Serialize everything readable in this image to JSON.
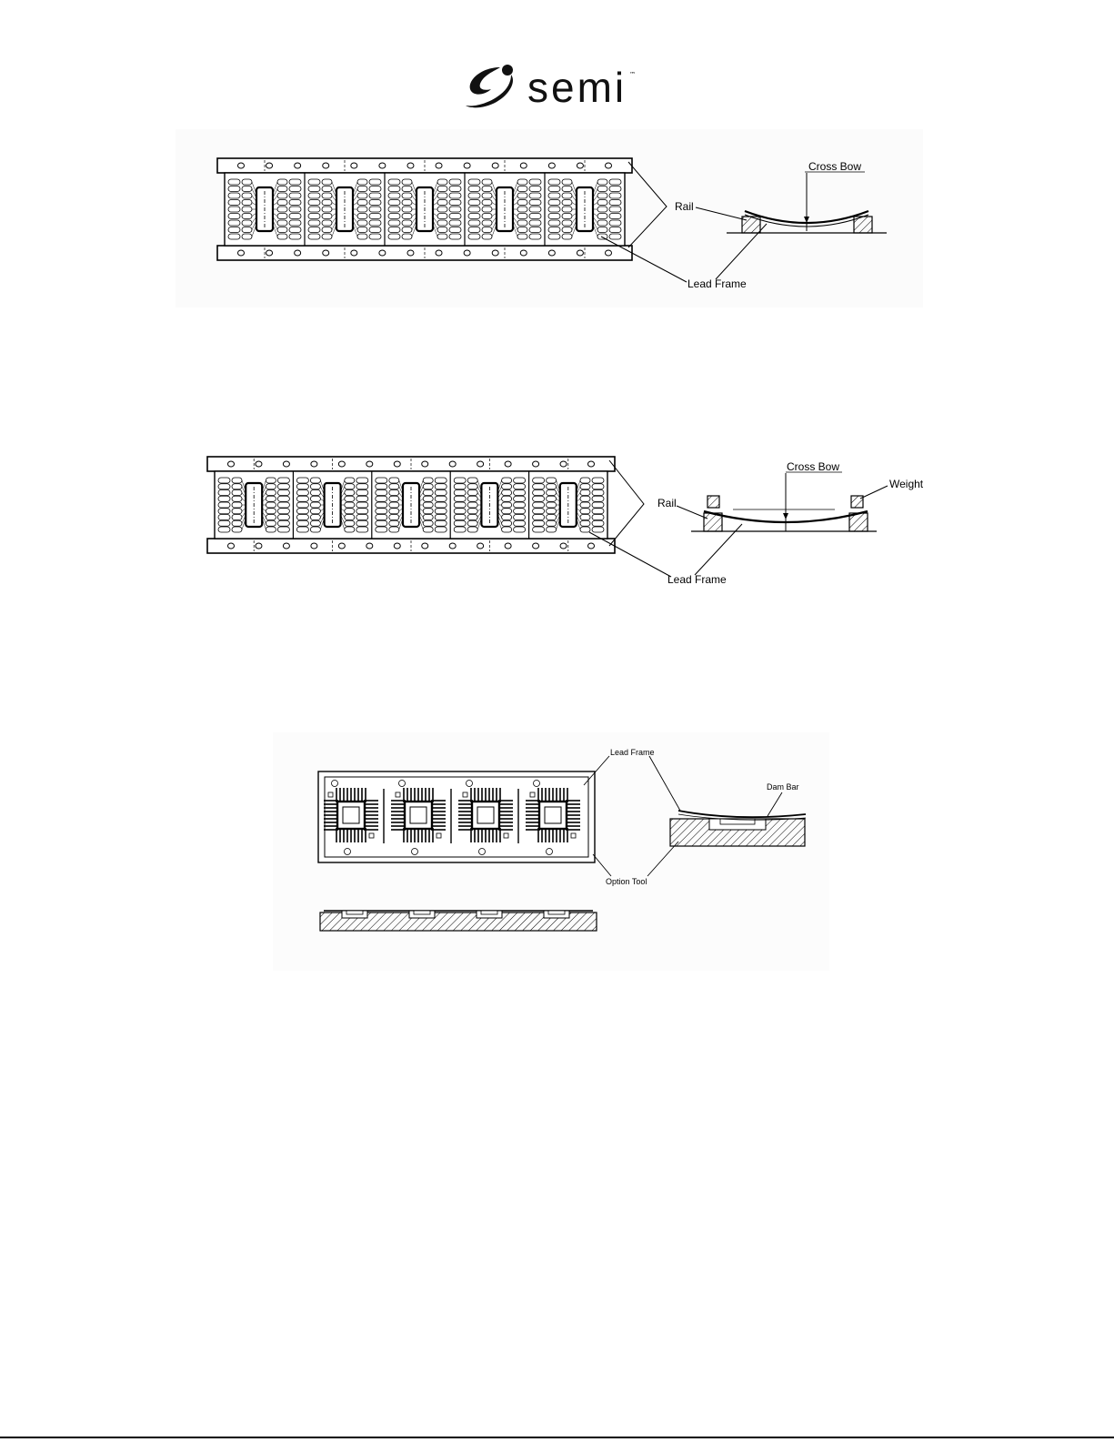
{
  "logo": {
    "word": "semi",
    "tm": "™"
  },
  "figure1": {
    "labels": {
      "cross_bow": "Cross Bow",
      "rail": "Rail",
      "lead_frame": "Lead Frame"
    }
  },
  "figure2": {
    "labels": {
      "cross_bow": "Cross Bow",
      "weight": "Weight",
      "rail": "Rail",
      "lead_frame": "Lead Frame"
    }
  },
  "figure3": {
    "labels": {
      "lead_frame": "Lead Frame",
      "dam_bar": "Dam Bar",
      "option_tool": "Option Tool"
    }
  },
  "icons": {
    "brand_mark": "semi-swoosh-icon"
  }
}
